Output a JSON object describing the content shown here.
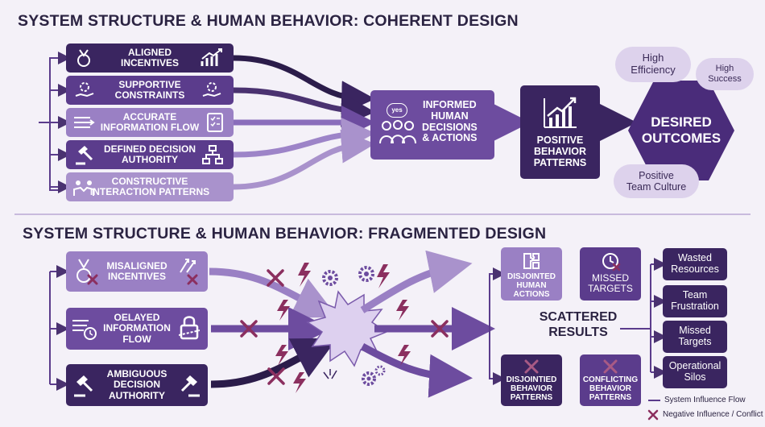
{
  "coherent": {
    "title": "SYSTEM STRUCTURE & HUMAN BEHAVIOR: COHERENT DESIGN",
    "inputs": [
      {
        "label": "ALIGNED\nINCENTIVES",
        "icon_left": "medal-icon",
        "icon_right": "growth-chart-icon"
      },
      {
        "label": "SUPPORTIVE\nCONSTRAINTS",
        "icon_left": "gear-hand-icon",
        "icon_right": "gear-hand-icon"
      },
      {
        "label": "ACCURATE\nINFORMATION FLOW",
        "icon_left": "data-flow-icon",
        "icon_right": "checklist-icon"
      },
      {
        "label": "DEFINED DECISION\nAUTHORITY",
        "icon_left": "gavel-icon",
        "icon_right": "org-chart-icon"
      },
      {
        "label": "CONSTRUCTIVE\nINTERACTION PATTERNS",
        "icon_left": "meeting-icon",
        "icon_right": ""
      }
    ],
    "decisions": {
      "label": "INFORMED\nHUMAN\nDECISIONS\n& ACTIONS",
      "bubble": "yes",
      "icon": "group-icon"
    },
    "behavior": {
      "label": "POSITIVE\nBEHAVIOR\nPATTERNS",
      "icon": "growth-chart-icon"
    },
    "outcomes": {
      "label": "DESIRED\nOUTCOMES"
    },
    "clouds": [
      "High\nEfficiency",
      "High\nSuccess",
      "Positive\nTeam Culture"
    ]
  },
  "fragmented": {
    "title": "SYSTEM STRUCTURE & HUMAN BEHAVIOR: FRAGMENTED DESIGN",
    "inputs": [
      {
        "label": "MISALIGNED\nINCENTIVES",
        "icon_left": "broken-medal-icon",
        "icon_right": "conflicting-arrows-icon"
      },
      {
        "label": "OELAYED\nINFORMATION\nFLOW",
        "icon_left": "delayed-flow-icon",
        "icon_right": "padlock-icon"
      },
      {
        "label": "AMBIGUOUS\nDECISION\nAUTHORITY",
        "icon_left": "gavel-icon",
        "icon_right": "gavel-icon"
      }
    ],
    "result_top": [
      {
        "label": "DISJOINTED\nHUMAN\nACTIONS",
        "icon": "puzzle-icon"
      },
      {
        "label": "MISSED\nTARGETS",
        "icon": "clock-icon"
      }
    ],
    "scattered": "SCATTERED\nRESULTS",
    "result_bottom": [
      {
        "label": "DISJOINTIED\nBEHAVIOR\nPATTERNS",
        "icon": "x-icon"
      },
      {
        "label": "CONFLICTING\nBEHAVIOR\nPATTERNS",
        "icon": "x-icon"
      }
    ],
    "consequences": [
      "Wasted\nResources",
      "Team\nFrustration",
      "Missed\nTargets",
      "Operational\nSilos"
    ]
  },
  "legend": {
    "flow": "System Influence Flow",
    "conflict": "Negative Influence / Conflict"
  },
  "colors": {
    "dark": "#3a2560",
    "mid": "#5b3c8c",
    "light": "#9a80c4",
    "conflict": "#8b2f5f"
  }
}
